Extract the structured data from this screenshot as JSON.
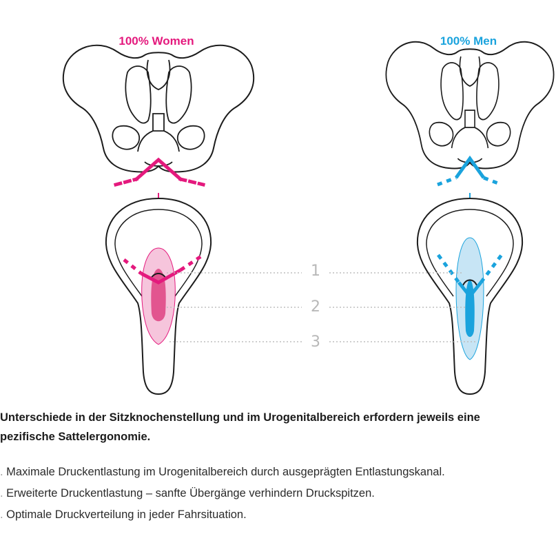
{
  "colors": {
    "women": "#e4197d",
    "men": "#1aa3dd",
    "gray_line": "#bdbdbd",
    "outline": "#1c1c1c"
  },
  "labels": {
    "women": "100% Women",
    "men": "100% Men"
  },
  "zones": [
    "1",
    "2",
    "3"
  ],
  "headline": {
    "line1": "Unterschiede in der Sitzknochenstellung und im Urogenitalbereich erfordern jeweils eine",
    "line2": "pezifische Sattelergonomie."
  },
  "benefits": [
    {
      "num": ".",
      "text": " Maximale Druckentlastung im Urogenitalbereich durch ausgeprägten Entlastungskanal."
    },
    {
      "num": ".",
      "text": " Erweiterte Druckentlastung – sanfte Übergänge verhindern Druckspitzen."
    },
    {
      "num": ".",
      "text": " Optimale Druckverteilung in jeder Fahrsituation."
    }
  ]
}
